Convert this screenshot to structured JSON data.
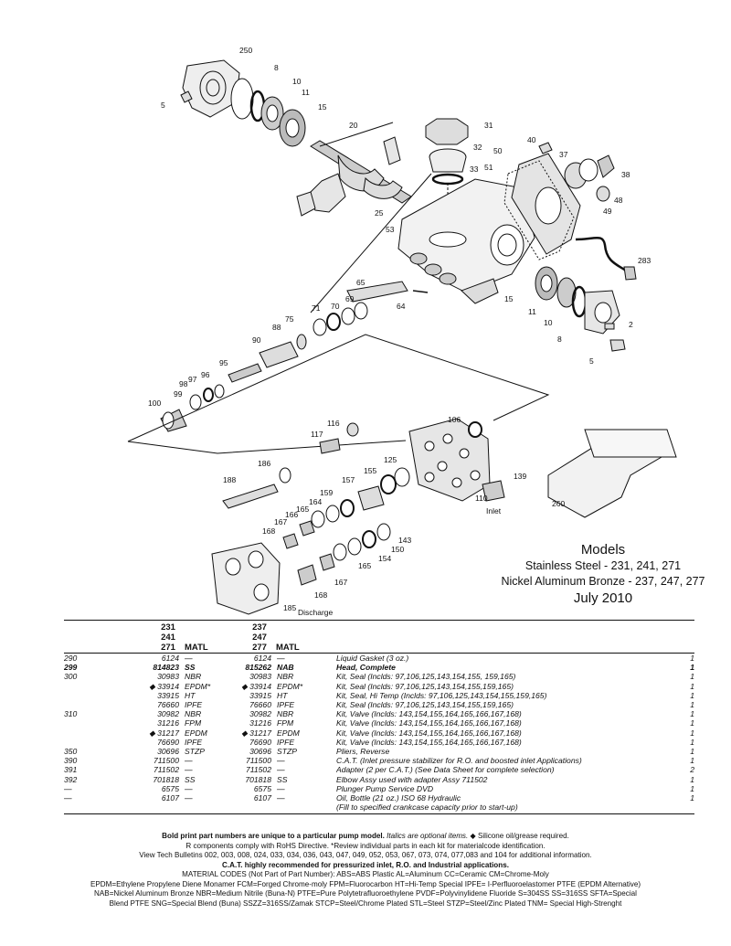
{
  "callouts": [
    "250",
    "8",
    "10",
    "11",
    "15",
    "5",
    "20",
    "31",
    "32",
    "33",
    "40",
    "50",
    "51",
    "37",
    "38",
    "48",
    "49",
    "283",
    "53",
    "25",
    "65",
    "64",
    "11",
    "15",
    "10",
    "8",
    "2",
    "5",
    "69",
    "70",
    "71",
    "75",
    "88",
    "90",
    "95",
    "96",
    "97",
    "98",
    "99",
    "100",
    "116",
    "117",
    "106",
    "188",
    "186",
    "125",
    "155",
    "157",
    "159",
    "164",
    "165",
    "166",
    "167",
    "168",
    "110",
    "139",
    "260",
    "143",
    "150",
    "154",
    "165",
    "167",
    "168",
    "185"
  ],
  "inlet_label": "Inlet",
  "discharge_label": "Discharge",
  "models": {
    "title": "Models",
    "line1": "Stainless Steel - 231, 241, 271",
    "line2": "Nickel Aluminum Bronze - 237, 247, 277",
    "date": "July 2010"
  },
  "table_header": {
    "group1": [
      "231",
      "241",
      "271"
    ],
    "group2": [
      "237",
      "247",
      "277"
    ],
    "matl1": "MATL",
    "matl2": "MATL"
  },
  "rows": [
    {
      "ref": "290",
      "p1": "6124",
      "m1": "—",
      "p2": "6124",
      "m2": "—",
      "desc": "Liquid Gasket (3 oz.)",
      "qty": "1",
      "bold": false
    },
    {
      "ref": "299",
      "p1": "814823",
      "m1": "SS",
      "p2": "815262",
      "m2": "NAB",
      "desc": "Head, Complete",
      "qty": "1",
      "bold": true
    },
    {
      "ref": "300",
      "p1": "30983",
      "m1": "NBR",
      "p2": "30983",
      "m2": "NBR",
      "desc": "Kit, Seal (Inclds: 97,106,125,143,154,155, 159,165)",
      "qty": "1",
      "bold": false
    },
    {
      "ref": "",
      "p1": "◆ 33914",
      "m1": "EPDM*",
      "p2": "◆ 33914",
      "m2": "EPDM*",
      "desc": "Kit, Seal (Inclds: 97,106,125,143,154,155,159,165)",
      "qty": "1",
      "bold": false
    },
    {
      "ref": "",
      "p1": "33915",
      "m1": "HT",
      "p2": "33915",
      "m2": "HT",
      "desc": "Kit, Seal, Hi Temp (Inclds: 97,106,125,143,154,155,159,165)",
      "qty": "1",
      "bold": false
    },
    {
      "ref": "",
      "p1": "76660",
      "m1": "IPFE",
      "p2": "76660",
      "m2": "IPFE",
      "desc": "Kit, Seal (Inclds: 97,106,125,143,154,155,159,165)",
      "qty": "1",
      "bold": false
    },
    {
      "ref": "310",
      "p1": "30982",
      "m1": "NBR",
      "p2": "30982",
      "m2": "NBR",
      "desc": "Kit, Valve (Inclds: 143,154,155,164,165,166,167,168)",
      "qty": "1",
      "bold": false
    },
    {
      "ref": "",
      "p1": "31216",
      "m1": "FPM",
      "p2": "31216",
      "m2": "FPM",
      "desc": "Kit, Valve (Inclds: 143,154,155,164,165,166,167,168)",
      "qty": "1",
      "bold": false
    },
    {
      "ref": "",
      "p1": "◆ 31217",
      "m1": "EPDM",
      "p2": "◆ 31217",
      "m2": "EPDM",
      "desc": "Kit, Valve (Inclds: 143,154,155,164,165,166,167,168)",
      "qty": "1",
      "bold": false
    },
    {
      "ref": "",
      "p1": "76690",
      "m1": "IPFE",
      "p2": "76690",
      "m2": "IPFE",
      "desc": "Kit, Valve (Inclds: 143,154,155,164,165,166,167,168)",
      "qty": "1",
      "bold": false
    },
    {
      "ref": "350",
      "p1": "30696",
      "m1": "STZP",
      "p2": "30696",
      "m2": "STZP",
      "desc": "Pliers, Reverse",
      "qty": "1",
      "bold": false
    },
    {
      "ref": "390",
      "p1": "711500",
      "m1": "—",
      "p2": "711500",
      "m2": "—",
      "desc": "C.A.T. (Inlet pressure stabilizer for R.O. and boosted inlet Applications)",
      "qty": "1",
      "bold": false
    },
    {
      "ref": "391",
      "p1": "711502",
      "m1": "—",
      "p2": "711502",
      "m2": "—",
      "desc": "Adapter (2 per C.A.T.) (See Data Sheet for complete selection)",
      "qty": "2",
      "bold": false
    },
    {
      "ref": "392",
      "p1": "701818",
      "m1": "SS",
      "p2": "701818",
      "m2": "SS",
      "desc": "Elbow Assy used with adapter Assy 711502",
      "qty": "1",
      "bold": false
    },
    {
      "ref": "—",
      "p1": "6575",
      "m1": "—",
      "p2": "6575",
      "m2": "—",
      "desc": "Plunger Pump Service DVD",
      "qty": "1",
      "bold": false
    },
    {
      "ref": "—",
      "p1": "6107",
      "m1": "—",
      "p2": "6107",
      "m2": "—",
      "desc": "Oil, Bottle (21 oz.) ISO 68 Hydraulic",
      "qty": "1",
      "bold": false
    },
    {
      "ref": "",
      "p1": "",
      "m1": "",
      "p2": "",
      "m2": "",
      "desc": "(Fill to specified crankcase capacity prior to start-up)",
      "qty": "",
      "bold": false
    }
  ],
  "notes": {
    "bold_note": "Bold print part numbers are unique to a particular pump model.",
    "italic_note": "Italics are optional items.",
    "silicone_note": "◆ Silicone oil/grease required.",
    "rohs": "R components comply with RoHS Directive. *Review individual parts in each kit for materialcode identification.",
    "bulletins": "View Tech Bulletins 002, 003, 008, 024, 033, 034, 036, 043, 047, 049, 052, 053, 067, 073, 074, 077,083 and 104 for additional information.",
    "cat": "C.A.T. highly recommended for pressurized inlet, R.O. and Industrial applications.",
    "codes1": "MATERIAL CODES (Not Part of Part Number): ABS=ABS Plastic AL=Aluminum CC=Ceramic CM=Chrome-Moly",
    "codes2": "EPDM=Ethylene Propylene Diene Monamer FCM=Forged Chrome-moly FPM=Fluorocarbon HT=Hi-Temp Special IPFE= I-Perfluoroelastomer PTFE (EPDM Alternative)",
    "codes3": "NAB=Nickel Aluminum Bronze NBR=Medium Nitrile (Buna-N) PTFE=Pure Polytetrafluoroethylene PVDF=Polyvinylidene Fluoride S=304SS SS=316SS SFTA=Special",
    "codes4": "Blend PTFE SNG=Special Blend (Buna) SSZZ=316SS/Zamak STCP=Steel/Chrome Plated STL=Steel STZP=Steel/Zinc Plated TNM= Special High-Strenght"
  }
}
